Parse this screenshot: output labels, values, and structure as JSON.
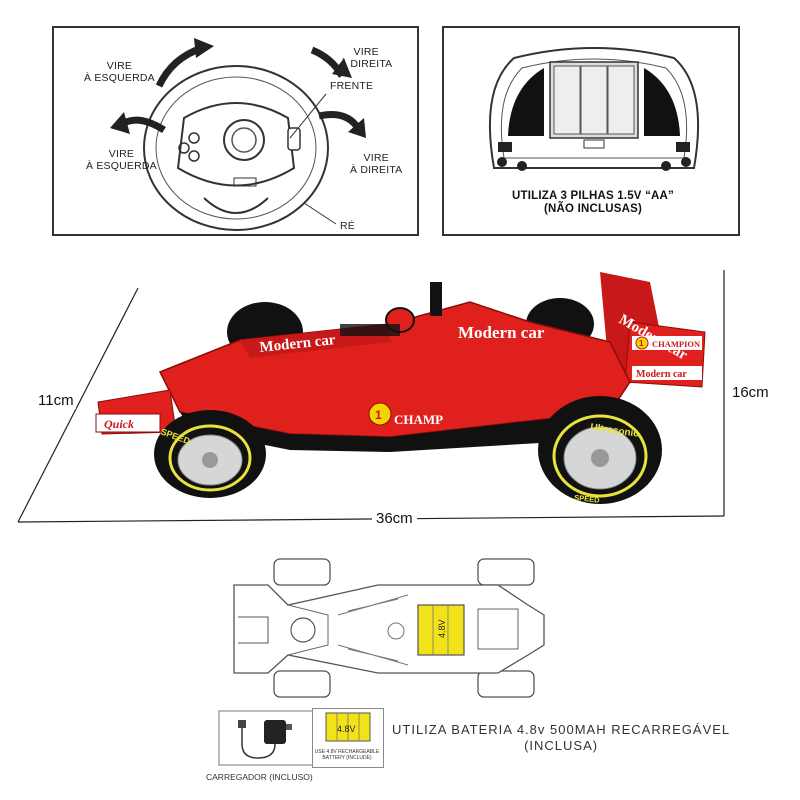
{
  "wheel_panel": {
    "turn_left_top": [
      "VIRE",
      "À ESQUERDA"
    ],
    "turn_right_top": [
      "VIRE",
      "À DIREITA"
    ],
    "forward": "FRENTE",
    "turn_left_bottom": [
      "VIRE",
      "À ESQUERDA"
    ],
    "turn_right_bottom": [
      "VIRE",
      "À DIREITA"
    ],
    "reverse": "RÉ"
  },
  "battery_panel": {
    "caption_line1": "UTILIZA 3 PILHAS 1.5V  “AA”",
    "caption_line2": "(NÃO INCLUSAS)"
  },
  "car": {
    "width_label": "11cm",
    "height_label": "16cm",
    "length_label": "36cm",
    "brand_text": "Modern car",
    "brand_text_side": "Modern car",
    "wing_text": "Modern car",
    "front_wing_text": "Quick",
    "champion_text": "CHAMPION",
    "side_champion_text": "CHAMP",
    "number": "1",
    "tire_text_front": "SPEED",
    "tire_text_rear": "Ultrasonic",
    "tire_text_rear_bottom": "SPEED"
  },
  "chassis": {
    "battery_label": "4.8V"
  },
  "bottom": {
    "charger_caption": "CARREGADOR (INCLUSO)",
    "pack_label": "4.8V",
    "pack_fine_print": [
      "USE 4.8V RECHARGEABLE",
      "BATTERY (INCLUDE)"
    ],
    "battery_caption_line1": "UTILIZA BATERIA 4.8v 500MAH RECARREGÁVEL",
    "battery_caption_line2": "(INCLUSA)"
  },
  "colors": {
    "car_red": "#e0201c",
    "car_dark_red": "#a8120f",
    "battery_yellow": "#f2e21a",
    "tire_yellow": "#e8e23a",
    "outline": "#333333"
  }
}
